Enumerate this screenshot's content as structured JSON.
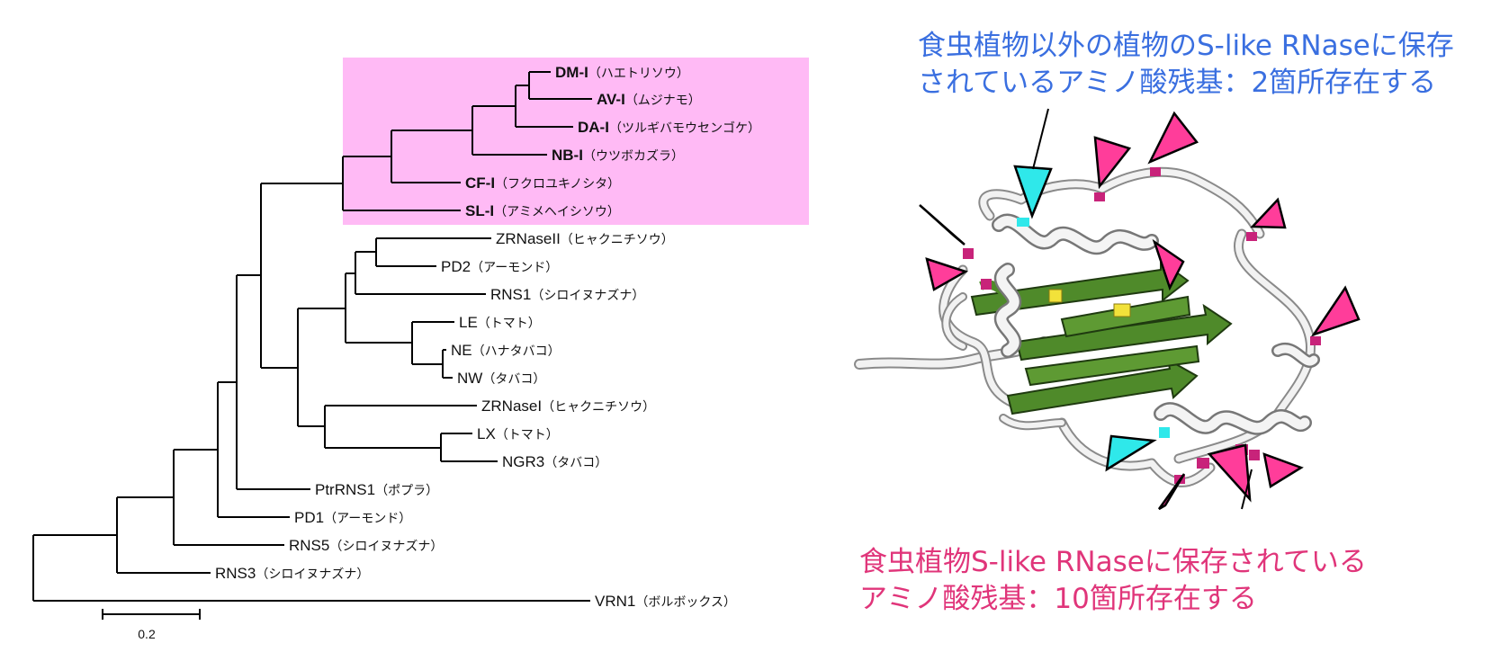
{
  "colors": {
    "highlight_box": "#ffbaf5",
    "highlight_text": "#ff1a2e",
    "blue_caption": "#3a6fe0",
    "pink_caption": "#e0357a",
    "cyan_marker": "#2fe8ea",
    "magenta_marker": "#ff3d9a",
    "helix_white": "#eeeeee",
    "sheet_green": "#4f8a2a",
    "yellow_bond": "#f2e23a"
  },
  "tree": {
    "leaves": [
      {
        "name": "DM-I",
        "jp": "（ハエトリソウ）",
        "highlight": true
      },
      {
        "name": "AV-I",
        "jp": "（ムジナモ）",
        "highlight": true
      },
      {
        "name": "DA-I",
        "jp": "（ツルギバモウセンゴケ）",
        "highlight": true
      },
      {
        "name": "NB-I",
        "jp": "（ウツボカズラ）",
        "highlight": true
      },
      {
        "name": "CF-I",
        "jp": "（フクロユキノシタ）",
        "highlight": true
      },
      {
        "name": "SL-I",
        "jp": "（アミメヘイシソウ）",
        "highlight": true
      },
      {
        "name": "ZRNaseII",
        "jp": "（ヒャクニチソウ）",
        "highlight": false
      },
      {
        "name": "PD2",
        "jp": "（アーモンド）",
        "highlight": false
      },
      {
        "name": "RNS1",
        "jp": "（シロイヌナズナ）",
        "highlight": false
      },
      {
        "name": "LE",
        "jp": "（トマト）",
        "highlight": false
      },
      {
        "name": "NE",
        "jp": "（ハナタバコ）",
        "highlight": false
      },
      {
        "name": "NW",
        "jp": "（タバコ）",
        "highlight": false
      },
      {
        "name": "ZRNaseI",
        "jp": "（ヒャクニチソウ）",
        "highlight": false
      },
      {
        "name": "LX",
        "jp": "（トマト）",
        "highlight": false
      },
      {
        "name": "NGR3",
        "jp": "（タバコ）",
        "highlight": false
      },
      {
        "name": "PtrRNS1",
        "jp": "（ポプラ）",
        "highlight": false
      },
      {
        "name": "PD1",
        "jp": "（アーモンド）",
        "highlight": false
      },
      {
        "name": "RNS5",
        "jp": "（シロイヌナズナ）",
        "highlight": false
      },
      {
        "name": "RNS3",
        "jp": "（シロイヌナズナ）",
        "highlight": false
      },
      {
        "name": "VRN1",
        "jp": "（ボルボックス）",
        "highlight": false
      }
    ],
    "scale_label": "0.2"
  },
  "captions": {
    "blue_line1": "食虫植物以外の植物のS-like RNaseに保存",
    "blue_line2": "されているアミノ酸残基：2箇所存在する",
    "pink_line1": "食虫植物S-like RNaseに保存されている",
    "pink_line2": "アミノ酸残基：10箇所存在する"
  }
}
